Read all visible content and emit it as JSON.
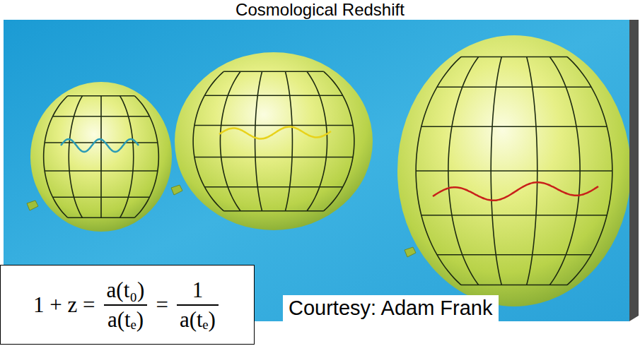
{
  "diagram": {
    "title": "Cosmological Redshift",
    "labels": [
      "1 + z =",
      "a(t₀)",
      "a(tₑ)",
      "=",
      "1",
      "a(tₑ)",
      "Courtesy: Adam Frank"
    ]
  }
}
